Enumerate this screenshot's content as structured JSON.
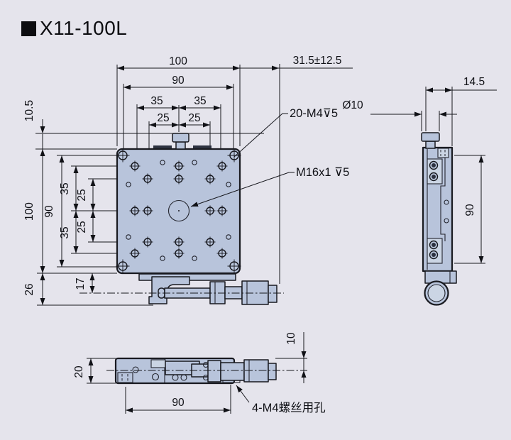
{
  "title": {
    "marker_icon": "black-square",
    "text": "X11-100L"
  },
  "colors": {
    "background": "#e5e4ec",
    "part_fill": "#b8c4db",
    "part_light": "#cbd5e4",
    "line": "#191a20",
    "text": "#101116"
  },
  "front_view": {
    "dim_width": "100",
    "dim_bolt_width": "90",
    "dim_col_35_left": "35",
    "dim_col_35_right": "35",
    "dim_col_25_left": "25",
    "dim_col_25_right": "25",
    "dim_travel": "31.5±12.5",
    "dim_knob_height": "10.5",
    "dim_height": "100",
    "dim_bolt_height": "90",
    "dim_row_35_top": "35",
    "dim_row_25_top": "25",
    "dim_row_25_bottom": "25",
    "dim_row_35_bottom": "35",
    "dim_base_offset": "26",
    "dim_axis_offset": "17",
    "label_tapped_holes": "20-M4⊽5",
    "label_center_thread": "M16x1 ⊽5"
  },
  "side_view": {
    "dim_tip_offset": "14.5",
    "dim_tip_diameter": "Ø10",
    "dim_body_height": "90"
  },
  "bottom_view": {
    "dim_thickness": "20",
    "dim_axis_height": "10",
    "dim_hole_span": "90",
    "label_clearance_holes": "4-M4螺丝用孔"
  }
}
